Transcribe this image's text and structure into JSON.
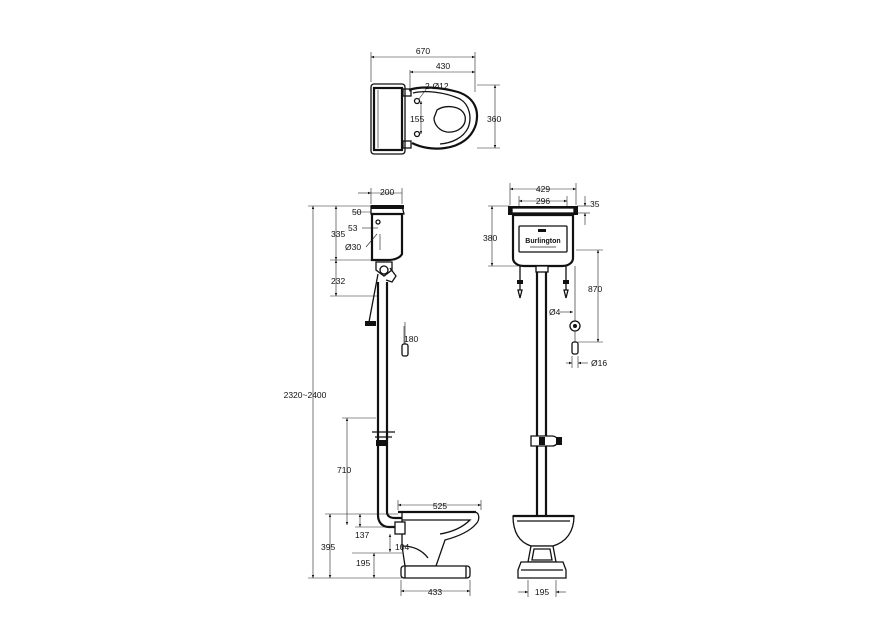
{
  "plan_view": {
    "overall_width": "670",
    "bowl_width": "430",
    "holes": "2-Ø12",
    "hole_spacing": "155",
    "depth": "360"
  },
  "side_view": {
    "total_height": "2320~2400",
    "cistern_depth": "200",
    "lid_offset": "50",
    "inlet_offset": "53",
    "cistern_height": "335",
    "overflow_diameter": "Ø30",
    "cistern_base_height": "232",
    "handle_drop": "180",
    "bracket_height": "710",
    "bowl_length": "525",
    "outlet_center": "137",
    "pan_height": "395",
    "outlet_height": "104",
    "trap_height": "195",
    "base_length": "433"
  },
  "front_view": {
    "cistern_width": "429",
    "lid_inner_width": "296",
    "lid_height": "35",
    "cistern_height": "380",
    "chain_length": "870",
    "chain_diameter": "Ø4",
    "pull_diameter": "Ø16",
    "base_width": "195",
    "brand_name": "Burlington"
  },
  "colors": {
    "line": "#111111",
    "background": "#ffffff"
  }
}
